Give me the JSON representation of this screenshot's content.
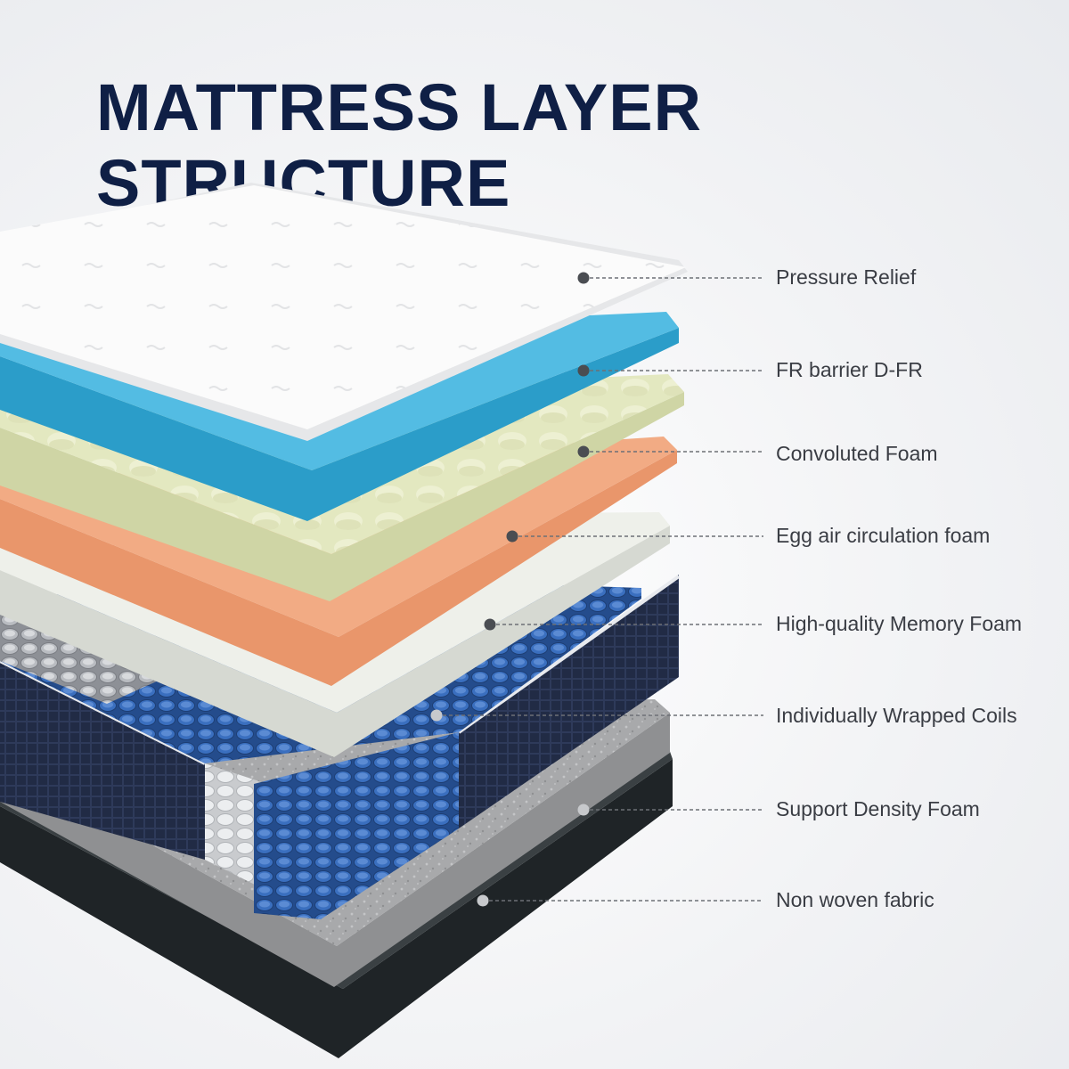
{
  "title": "MATTRESS LAYER STRUCTURE",
  "colors": {
    "title": "#0f1f45",
    "pressure_relief": "#fbfbfb",
    "fr_barrier": "#4cb7df",
    "convoluted_foam": "#e4e8c4",
    "egg_foam": "#f2ab84",
    "memory_foam": "#eef0ea",
    "coil_blue": "#2f5fa8",
    "coil_gray": "#a8acb2",
    "cover_navy": "#202a44",
    "support_foam": "#a9aaac",
    "non_woven": "#2b3033"
  },
  "layers": [
    {
      "label": "Pressure Relief"
    },
    {
      "label": "FR barrier D-FR"
    },
    {
      "label": "Convoluted Foam"
    },
    {
      "label": "Egg air circulation foam"
    },
    {
      "label": "High-quality Memory Foam"
    },
    {
      "label": "Individually Wrapped Coils"
    },
    {
      "label": "Support Density Foam"
    },
    {
      "label": "Non woven fabric"
    }
  ]
}
